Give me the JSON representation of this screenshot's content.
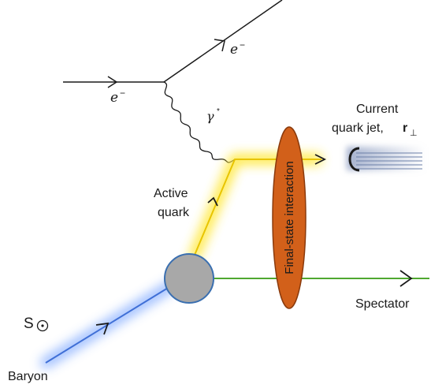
{
  "labels": {
    "electron_in": "e",
    "electron_out": "e",
    "electron_charge": "−",
    "photon": "γ",
    "photon_star": "*",
    "active_quark_line1": "Active",
    "active_quark_line2": "quark",
    "fsi": "Final-state interaction",
    "jet_line1": "Current",
    "jet_line2": "quark jet,",
    "jet_r": "r",
    "jet_perp": "⊥",
    "spectator": "Spectator",
    "spin": "S",
    "baryon": "Baryon"
  },
  "colors": {
    "line": "#1a1a1a",
    "quark_glow": "#ffe83a",
    "quark_line": "#e8c400",
    "spectator_glow": "#9be07a",
    "spectator_line": "#4fa830",
    "baryon_glow": "#8fb4ff",
    "baryon_line": "#3f6fd6",
    "blob_fill": "#a8a8a8",
    "blob_stroke": "#3a6fb0",
    "fsi_fill": "#d2601a",
    "fsi_stroke": "#8a3a0c",
    "jet_glow": "#9aa8c8",
    "jet_lines": "#6b7fa8"
  },
  "icons": {
    "spin": "circle-dot-icon",
    "jet": "bracket-c-icon"
  }
}
